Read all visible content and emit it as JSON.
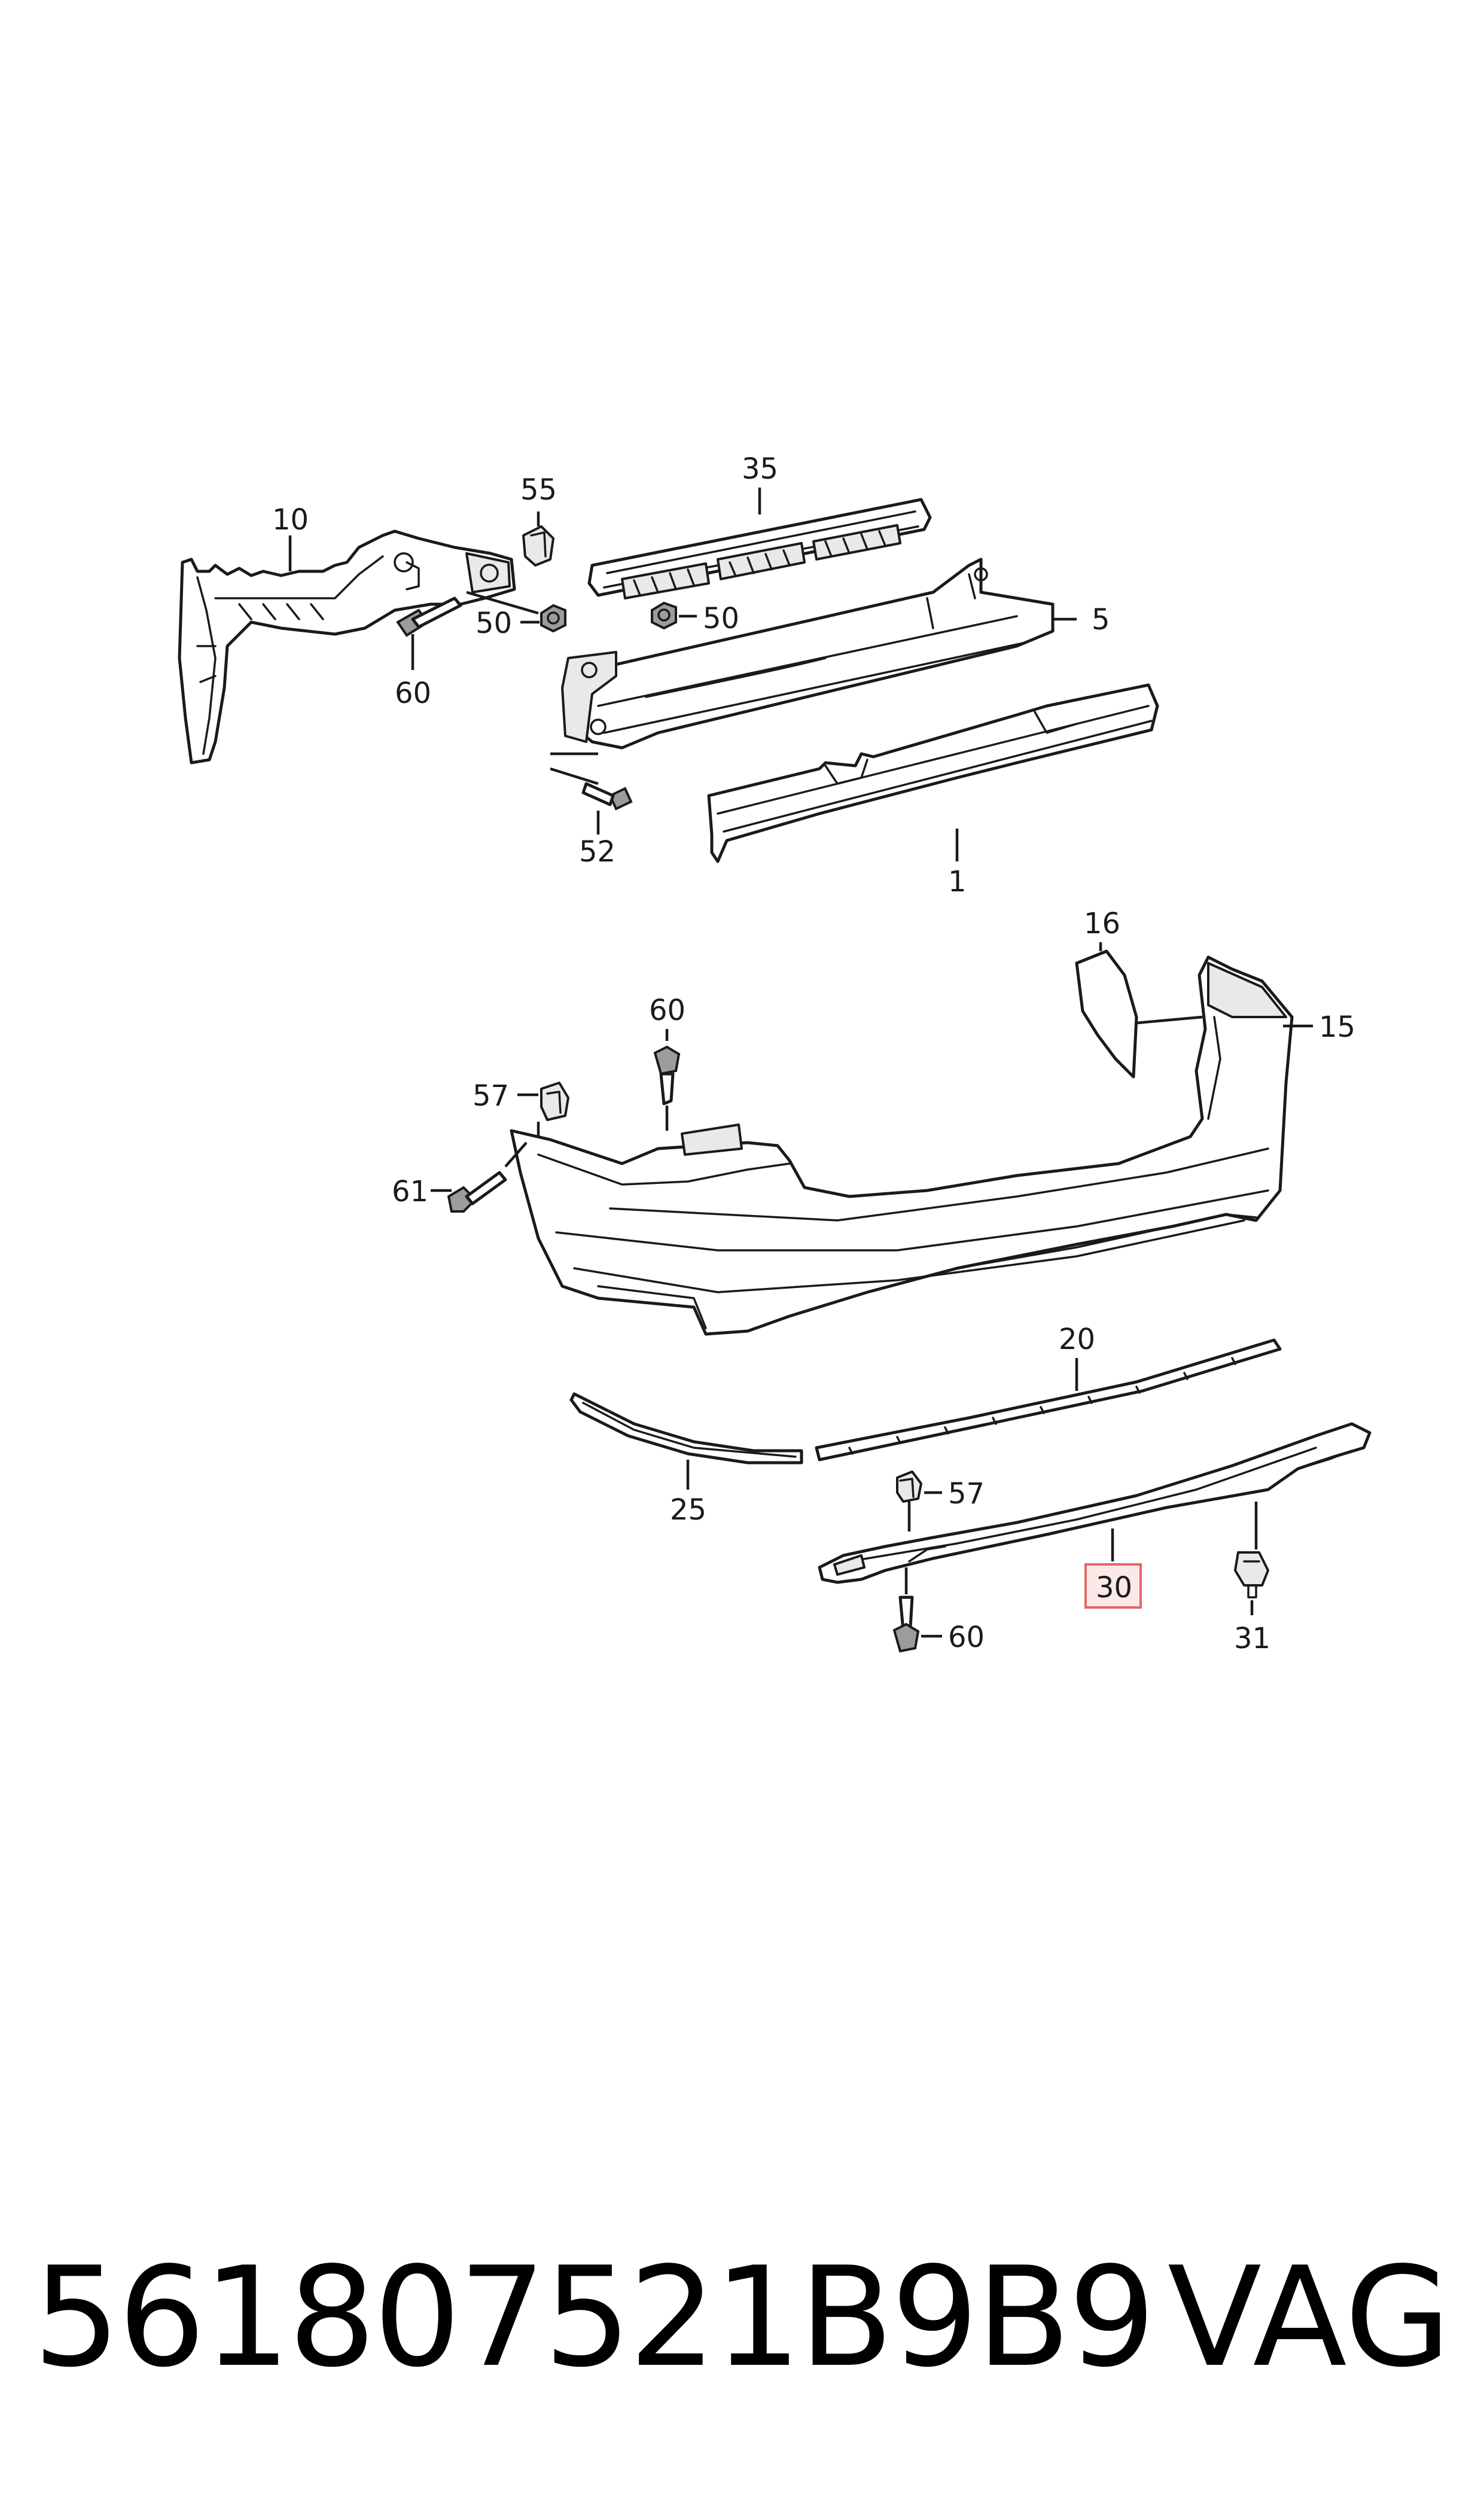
{
  "callouts": {
    "c1": "1",
    "c5": "5",
    "c10": "10",
    "c15": "15",
    "c16": "16",
    "c20": "20",
    "c25": "25",
    "c30": "30",
    "c31": "31",
    "c35": "35",
    "c50a": "50",
    "c50b": "50",
    "c52": "52",
    "c55": "55",
    "c57a": "57",
    "c57b": "57",
    "c60a": "60",
    "c60b": "60",
    "c60c": "60",
    "c61": "61"
  },
  "highlighted_part": "30",
  "footer": {
    "part_number": "561807521B9B9",
    "brand": "VAG"
  }
}
